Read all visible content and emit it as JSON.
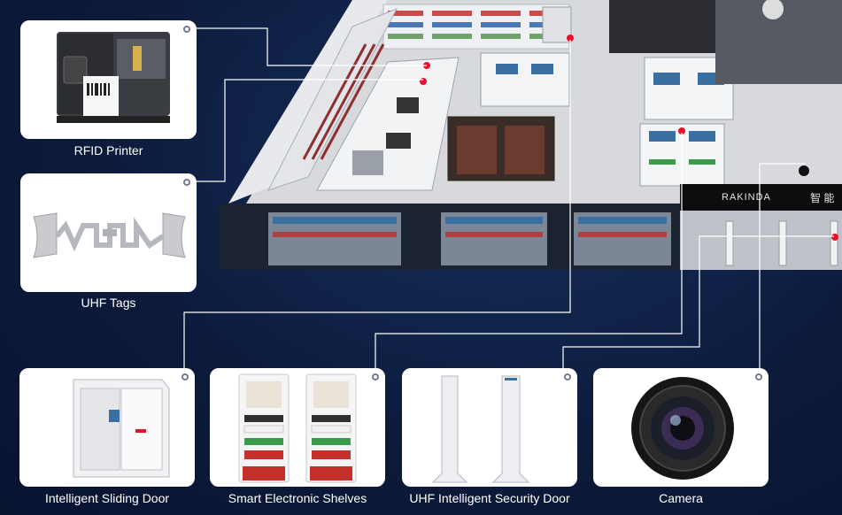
{
  "colors": {
    "background": "#0c1a3a",
    "card": "#ffffff",
    "line": "#ffffff",
    "marker": "#e8102a"
  },
  "store_sign": "RAKINDA",
  "store_sign_cn": "智 能",
  "components": {
    "rfid_printer": {
      "label": "RFID Printer",
      "icon": "printer-icon"
    },
    "uhf_tags": {
      "label": "UHF Tags",
      "icon": "tag-icon"
    },
    "sliding_door": {
      "label": "Intelligent Sliding Door",
      "icon": "door-icon"
    },
    "smart_shelves": {
      "label": "Smart Electronic Shelves",
      "icon": "shelf-icon"
    },
    "security_door": {
      "label": "UHF Intelligent Security Door",
      "icon": "gate-icon"
    },
    "camera": {
      "label": "Camera",
      "icon": "camera-icon"
    }
  }
}
